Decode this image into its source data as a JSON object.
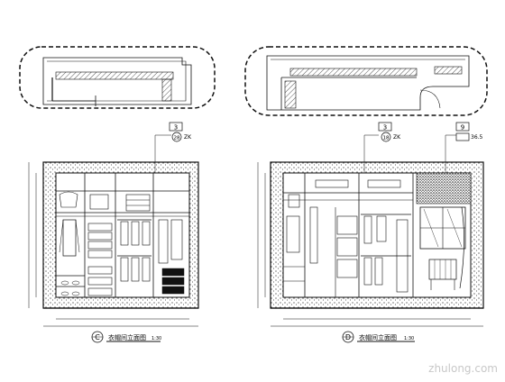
{
  "left": {
    "title": "衣帽间立面图",
    "scale": "1:30",
    "marker": "C",
    "tags": {
      "box": "3",
      "circle": "28",
      "note": "ZK"
    }
  },
  "right": {
    "title": "衣帽间立面图",
    "scale": "1:30",
    "marker": "D",
    "tags": {
      "box_a": "3",
      "circle_a": "18",
      "note_a": "ZK",
      "box_b": "9",
      "note_b": "36.5"
    }
  },
  "watermark": "zhulong.com"
}
